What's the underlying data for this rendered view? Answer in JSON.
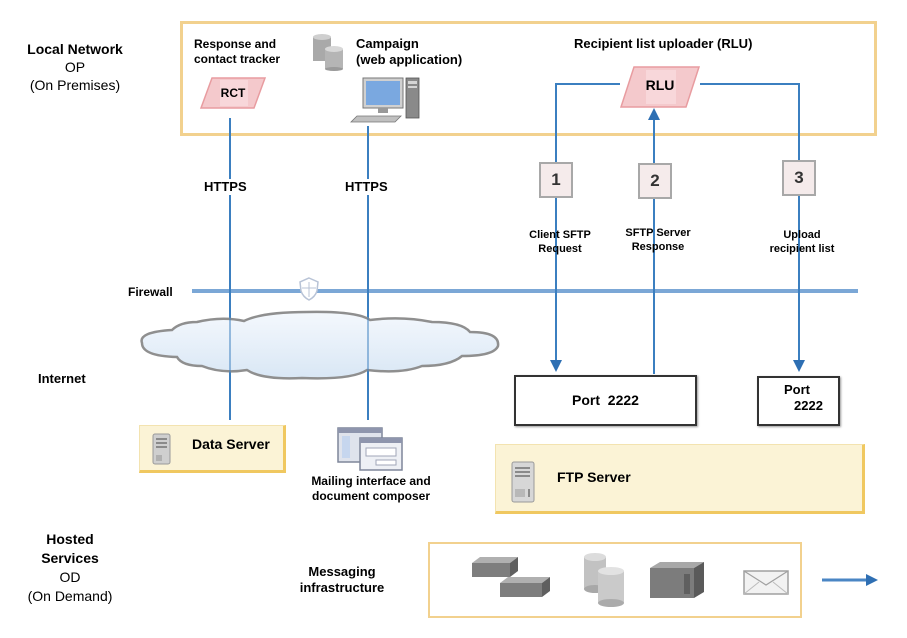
{
  "zones": {
    "local": {
      "title": "Local Network",
      "code": "OP",
      "subtitle": "(On Premises)"
    },
    "internet": {
      "title": "Internet"
    },
    "hosted": {
      "title_line1": "Hosted",
      "title_line2": "Services",
      "code": "OD",
      "subtitle": "(On Demand)"
    }
  },
  "local_components": {
    "rct": {
      "caption_line1": "Response and",
      "caption_line2": "contact tracker",
      "label": "RCT"
    },
    "campaign": {
      "caption_line1": "Campaign",
      "caption_line2": "(web application)"
    },
    "rlu": {
      "caption": "Recipient list uploader (RLU)",
      "label": "RLU"
    }
  },
  "connections": {
    "rct_link": "HTTPS",
    "campaign_link": "HTTPS"
  },
  "steps": [
    {
      "number": "1",
      "line1": "Client SFTP",
      "line2": "Request"
    },
    {
      "number": "2",
      "line1": "SFTP Server",
      "line2": "Response"
    },
    {
      "number": "3",
      "line1": "Upload",
      "line2": "recipient list"
    }
  ],
  "firewall": {
    "label": "Firewall"
  },
  "ports": {
    "main": "Port  2222",
    "upload_line1": "Port",
    "upload_line2": "2222"
  },
  "servers": {
    "data_server": "Data Server",
    "ftp_server": "FTP Server",
    "mailing_line1": "Mailing interface and",
    "mailing_line2": "document composer"
  },
  "messaging": {
    "line1": "Messaging",
    "line2": "infrastructure"
  },
  "colors": {
    "line_blue": "#3b7fc0",
    "gold_border": "#f2d18e",
    "gold_fill": "#fbf3d6",
    "pink_fill": "#f4c9cc",
    "pink_border": "#e89ca0",
    "cloud_fill": "#e3eef9"
  }
}
